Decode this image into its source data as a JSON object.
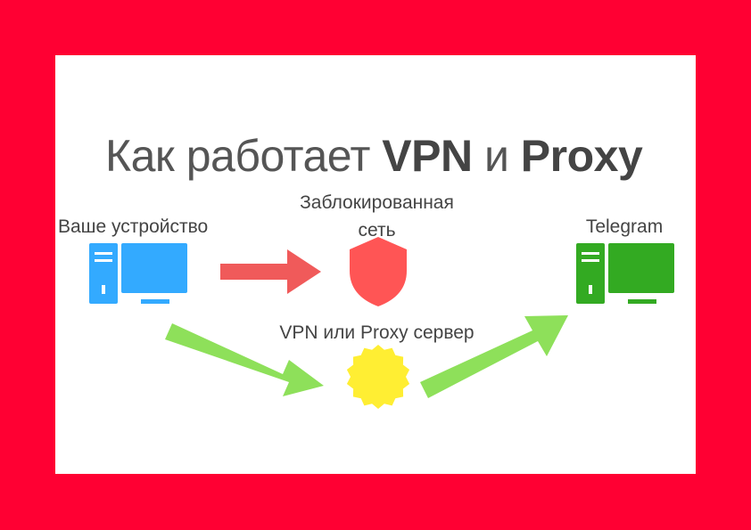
{
  "title": {
    "prefix": "Как работает ",
    "bold1": "VPN",
    "middle": " и ",
    "bold2": "Proxy"
  },
  "labels": {
    "device": "Ваше устройство",
    "blocked_line1": "Заблокированная",
    "blocked_line2": "сеть",
    "telegram": "Telegram",
    "server": "VPN или Proxy сервер"
  },
  "colors": {
    "frame": "#ff0033",
    "device": "#33aaff",
    "telegram": "#33aa22",
    "blocked": "#ff5555",
    "server": "#ffee33",
    "arrow_blocked": "#f05a5a",
    "arrow_route": "#8ee05a"
  },
  "icons": {
    "device": "desktop-computer-icon",
    "telegram": "desktop-computer-icon",
    "blocked": "shield-icon",
    "server": "seal-badge-icon"
  }
}
